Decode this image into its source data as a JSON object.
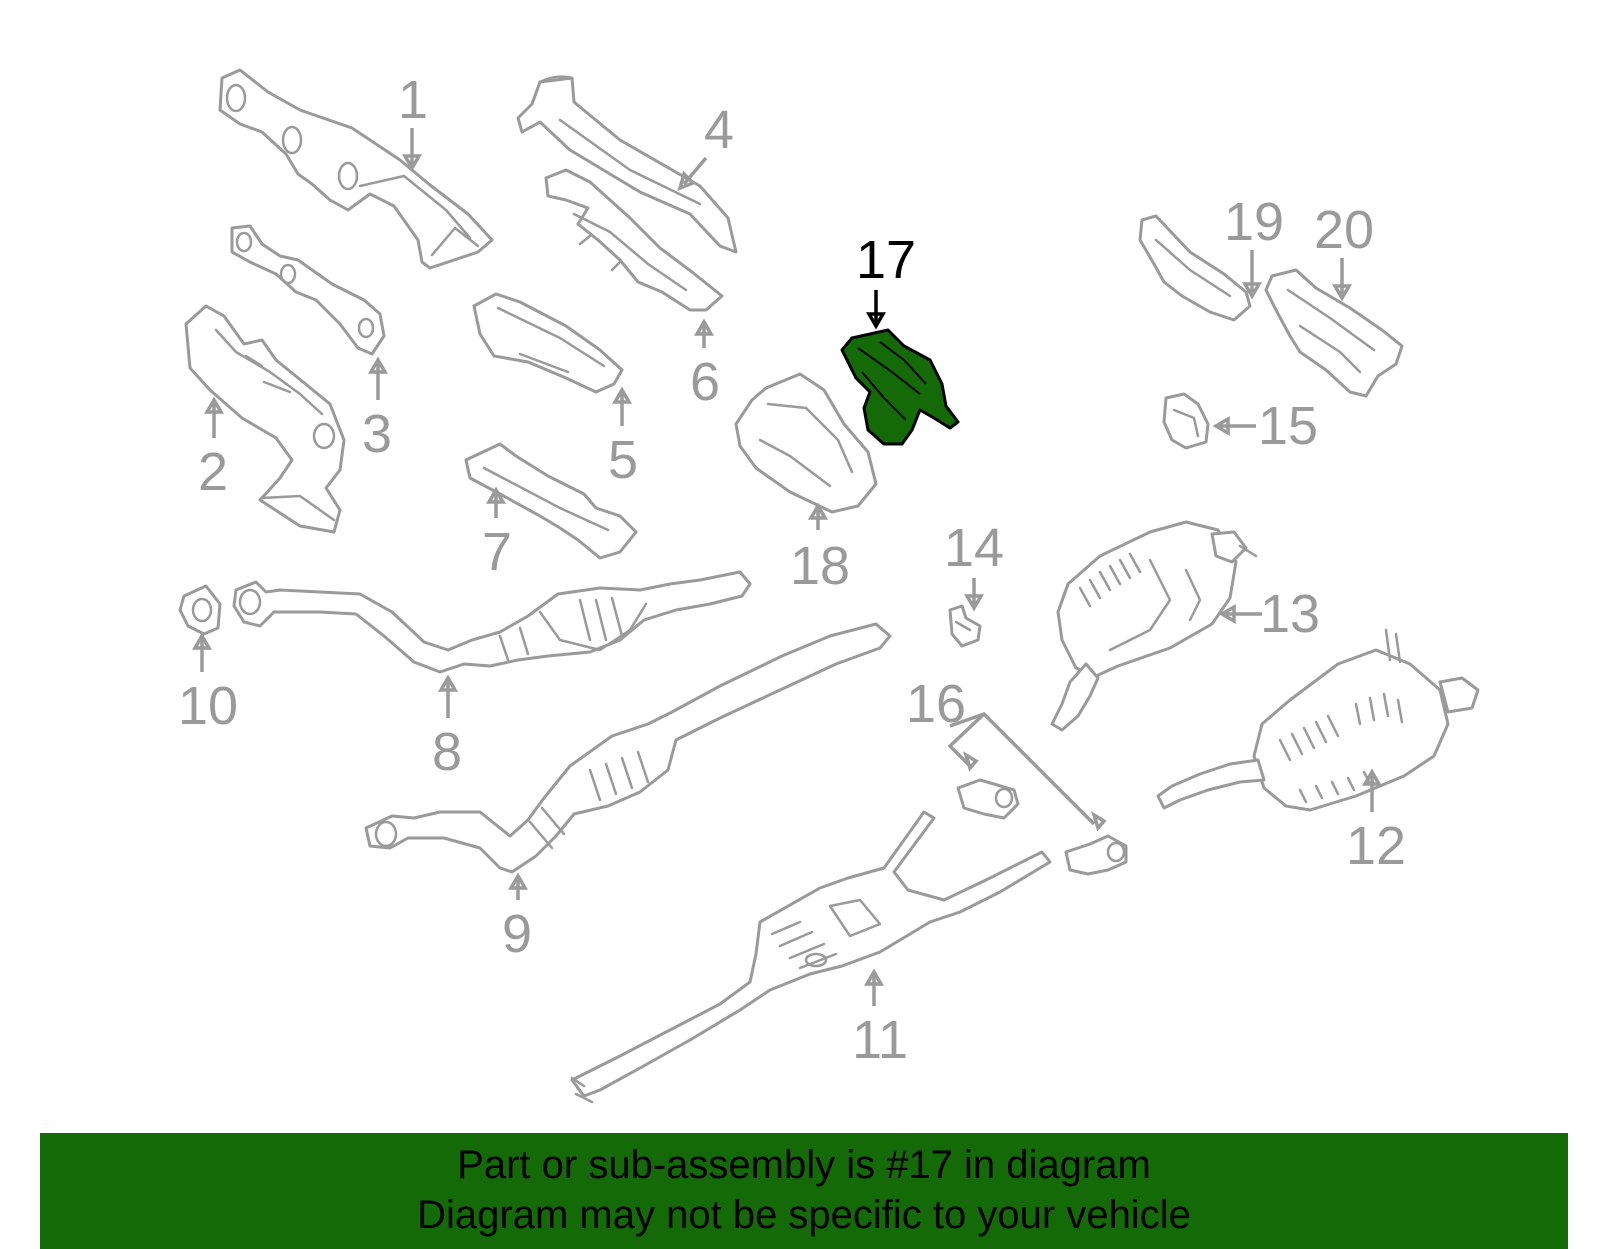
{
  "colors": {
    "highlight": "#136a06",
    "parts": "#9a9a9a",
    "banner": "#136a06",
    "text": "#000000"
  },
  "highlighted_part": "17",
  "callouts": [
    {
      "id": "1",
      "label": "1"
    },
    {
      "id": "2",
      "label": "2"
    },
    {
      "id": "3",
      "label": "3"
    },
    {
      "id": "4",
      "label": "4"
    },
    {
      "id": "5",
      "label": "5"
    },
    {
      "id": "6",
      "label": "6"
    },
    {
      "id": "7",
      "label": "7"
    },
    {
      "id": "8",
      "label": "8"
    },
    {
      "id": "9",
      "label": "9"
    },
    {
      "id": "10",
      "label": "10"
    },
    {
      "id": "11",
      "label": "11"
    },
    {
      "id": "12",
      "label": "12"
    },
    {
      "id": "13",
      "label": "13"
    },
    {
      "id": "14",
      "label": "14"
    },
    {
      "id": "15",
      "label": "15"
    },
    {
      "id": "16",
      "label": "16"
    },
    {
      "id": "17",
      "label": "17"
    },
    {
      "id": "18",
      "label": "18"
    },
    {
      "id": "19",
      "label": "19"
    },
    {
      "id": "20",
      "label": "20"
    }
  ],
  "banner": {
    "line1": "Part or sub-assembly is #17 in diagram",
    "line2": "Diagram may not be specific to your vehicle"
  }
}
